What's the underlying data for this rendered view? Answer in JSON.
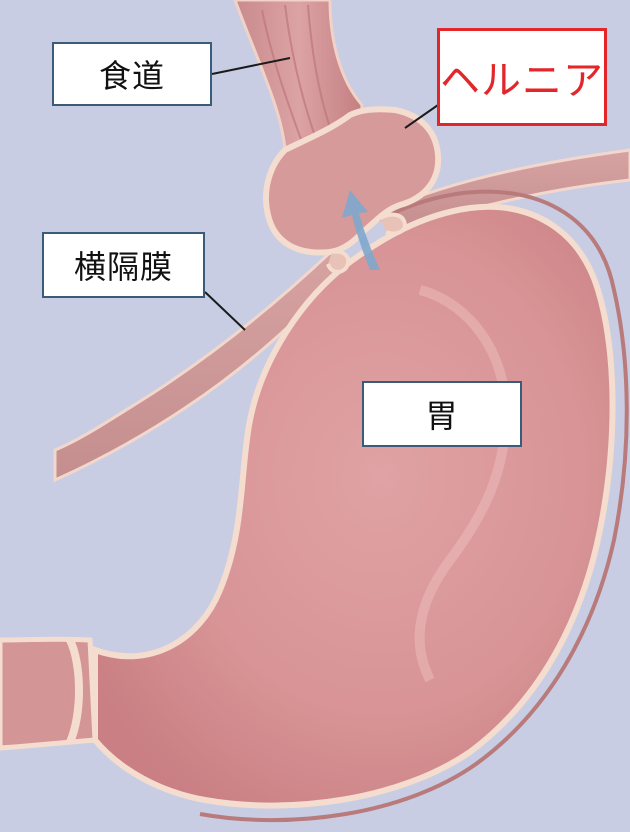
{
  "labels": {
    "esophagus": "食道",
    "hernia": "ヘルニア",
    "diaphragm": "横隔膜",
    "stomach": "胃"
  },
  "colors": {
    "background": "#c8cde3",
    "hernia_label": "#e3262a",
    "arrow": "#7fa7cc"
  }
}
